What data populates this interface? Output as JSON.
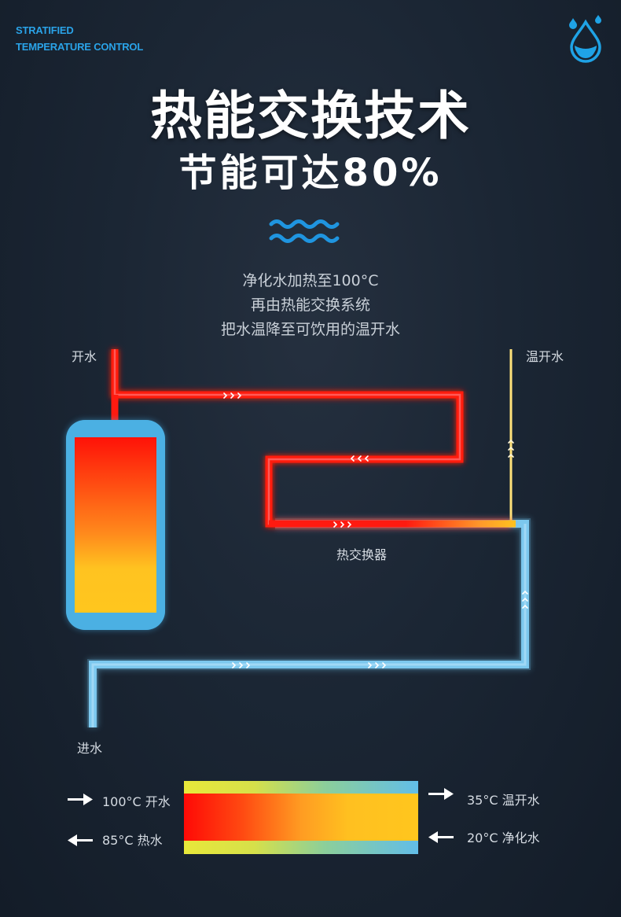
{
  "brand": {
    "line1": "STRATIFIED",
    "line2": "TEMPERATURE CONTROL"
  },
  "icon": "water-drop-icon",
  "title": "热能交换技术",
  "subtitle": "节能可达80%",
  "description": [
    "净化水加热至100°C",
    "再由热能交换系统",
    "把水温降至可饮用的温开水"
  ],
  "diagram": {
    "label_boiling": "开水",
    "label_warm": "温开水",
    "label_exchanger": "热交换器",
    "label_inlet": "进水",
    "flow_marker": "›››"
  },
  "legend": {
    "left": [
      {
        "text": "100°C 开水",
        "direction": "right"
      },
      {
        "text": "85°C 热水",
        "direction": "left"
      }
    ],
    "right": [
      {
        "text": "35°C 温开水",
        "direction": "right"
      },
      {
        "text": "20°C 净化水",
        "direction": "left"
      }
    ]
  },
  "colors": {
    "background": "#1b2634",
    "accent_blue": "#2aa3e8",
    "hot_red": "#ff1a10",
    "warm_yellow": "#ffc61e",
    "cold_blue": "#6ec3ec"
  }
}
